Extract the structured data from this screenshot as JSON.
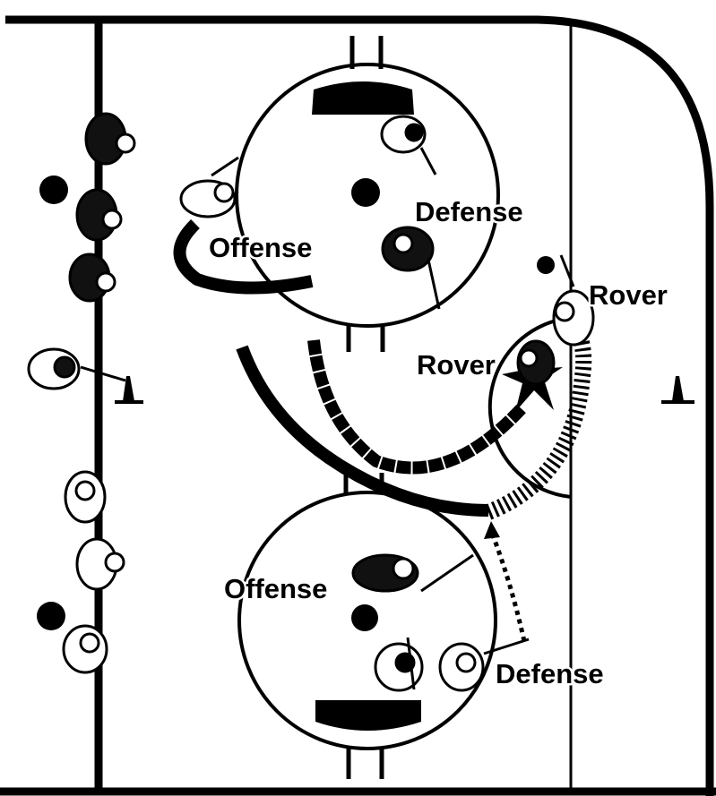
{
  "labels": {
    "offense_top": "Offense",
    "defense_top": "Defense",
    "rover_right": "Rover",
    "rover_left": "Rover",
    "offense_bottom": "Offense",
    "defense_bottom": "Defense"
  },
  "colors": {
    "ink": "#000000",
    "jersey_dark": "#111111",
    "jersey_light": "#ffffff",
    "background": "#ffffff"
  },
  "icons": [
    "cone-icon",
    "puck-icon",
    "star-icon",
    "player-icon"
  ],
  "player_groups": {
    "left_bench_dark_players": 3,
    "left_bench_light_players": 4
  }
}
